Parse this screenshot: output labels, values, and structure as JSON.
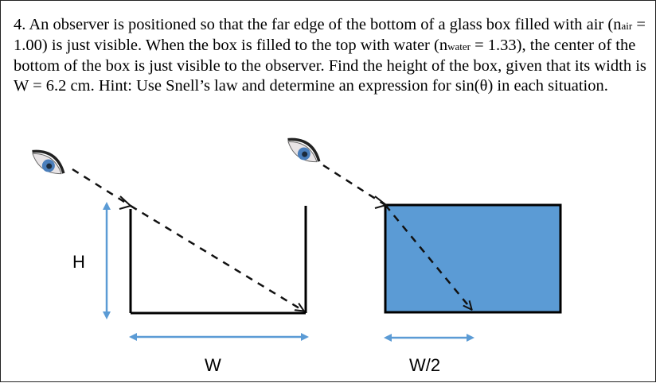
{
  "problem": {
    "number": "4.",
    "t1": " An observer is positioned so that the far edge of the bottom of a glass box filled with air (n",
    "sub_air": "air",
    "t2": " = 1.00) is just visible. When the box is filled to the top with water (n",
    "sub_water": "water",
    "t3": " = 1.33), the center of the bottom of the box is just visible to the observer. Find the height of the box, given that its width is W = 6.2 cm. Hint: Use Snell’s law and determine an expression for sin(θ) in each situation."
  },
  "figure": {
    "label_h": "H",
    "label_w": "W",
    "label_w2": "W/2",
    "water_color": "#5b9bd5",
    "arrow_color": "#5b9bd5",
    "eye_iris_color": "#4a7ebb"
  }
}
